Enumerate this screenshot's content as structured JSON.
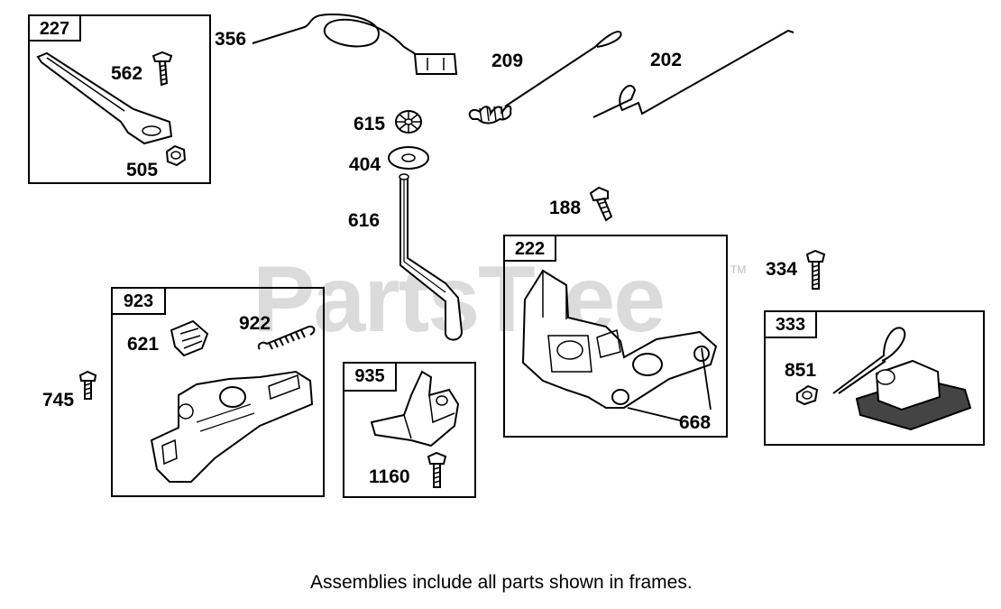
{
  "watermark": {
    "text": "PartsTree",
    "trademark": "TM"
  },
  "frames": {
    "f227": "227",
    "f923": "923",
    "f935": "935",
    "f222": "222",
    "f333": "333"
  },
  "labels": {
    "p356": "356",
    "p209": "209",
    "p202": "202",
    "p562": "562",
    "p505": "505",
    "p615": "615",
    "p404": "404",
    "p616": "616",
    "p188": "188",
    "p334": "334",
    "p621": "621",
    "p922": "922",
    "p745": "745",
    "p1160": "1160",
    "p668": "668",
    "p851": "851"
  },
  "caption": "Assemblies include all parts shown in frames."
}
